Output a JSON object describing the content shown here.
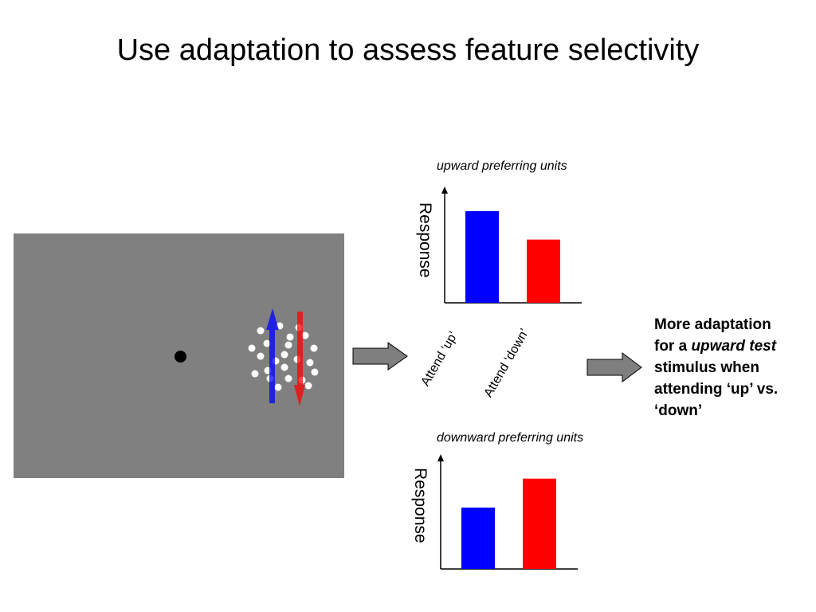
{
  "title": "Use adaptation to assess feature selectivity",
  "colors": {
    "stimulus_bg": "#808080",
    "attend_up": "#0000ff",
    "attend_down": "#ff0000",
    "arrow_fill": "#7f7f7f"
  },
  "icons": [
    "fixation-dot",
    "up-motion-arrow",
    "down-motion-arrow",
    "dot-field",
    "flow-arrow"
  ],
  "chart_data": [
    {
      "type": "bar",
      "title": "upward preferring units",
      "ylabel": "Response",
      "categories": [
        "Attend ‘up’",
        "Attend ‘down’"
      ],
      "values": [
        1.0,
        0.69
      ],
      "colors": [
        "#0000ff",
        "#ff0000"
      ],
      "ylim": [
        0,
        1.2
      ]
    },
    {
      "type": "bar",
      "title": "downward preferring units",
      "ylabel": "Response",
      "categories": [
        "Attend ‘up’",
        "Attend ‘down’"
      ],
      "values": [
        0.68,
        1.0
      ],
      "colors": [
        "#0000ff",
        "#ff0000"
      ],
      "ylim": [
        0,
        1.2
      ]
    }
  ],
  "conclusion": {
    "line1": "More adaptation",
    "line2_pre": "for a ",
    "line2_em": "upward test",
    "line3": "stimulus when",
    "line4": "attending ‘up’ vs.",
    "line5": "‘down’"
  }
}
